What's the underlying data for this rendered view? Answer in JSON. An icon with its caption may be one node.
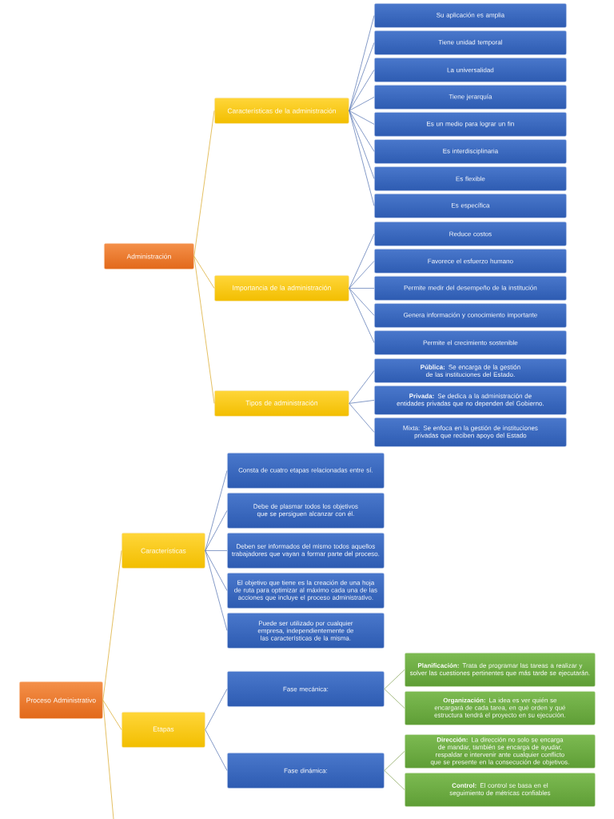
{
  "diagram": {
    "nodes": [
      {
        "text": [
          "Administración"
        ]
      },
      {
        "text": [
          "Características de la administración"
        ]
      },
      {
        "text": [
          "Su aplicación es amplia"
        ]
      },
      {
        "text": [
          "Tiene unidad temporal"
        ]
      },
      {
        "text": [
          "La universalidad"
        ]
      },
      {
        "text": [
          "Tiene jerarquía"
        ]
      },
      {
        "text": [
          "Es un medio para lograr un fin"
        ]
      },
      {
        "text": [
          "Es interdisciplinaria"
        ]
      },
      {
        "text": [
          "Es flexible"
        ]
      },
      {
        "text": [
          "Es específica"
        ]
      },
      {
        "text": [
          "Importancia de la administración"
        ]
      },
      {
        "text": [
          "Reduce costos"
        ]
      },
      {
        "text": [
          "Favorece el esfuerzo humano"
        ]
      },
      {
        "text": [
          "Permite medir del desempeño de la institución"
        ]
      },
      {
        "text": [
          "Genera información y conocimiento importante"
        ]
      },
      {
        "text": [
          "Permite el crecimiento sostenible"
        ]
      },
      {
        "text": [
          "Tipos de administración"
        ]
      },
      {
        "text": [
          "**Pública:** Se encarga de la gestión de las instituciones del Estado."
        ]
      },
      {
        "text": [
          "**Privada:** Se dedica a la administración de entidades privadas que no dependen del Gobierno."
        ]
      },
      {
        "text": [
          "Mixta: Se enfoca en la gestión de instituciones privadas que reciben apoyo del Estado"
        ]
      },
      {
        "text": [
          "Proceso Administrativo"
        ]
      },
      {
        "text": [
          "Características"
        ]
      },
      {
        "text": [
          "Consta de cuatro etapas relacionadas entre sí."
        ]
      },
      {
        "text": [
          "Debe de plasmar todos los objetivos que se persiguen alcanzar con él."
        ]
      },
      {
        "text": [
          "Deben ser informados del mismo todos aquellos trabajadores que vayan a formar parte del proceso."
        ]
      },
      {
        "text": [
          "El objetivo que tiene es la creación de una hoja de ruta para optimizar al máximo cada una de las acciones que incluye el proceso administrativo."
        ]
      },
      {
        "text": [
          "Puede ser utilizado por cualquier empresa, independientemente de las características de la misma."
        ]
      },
      {
        "text": [
          "Etapas"
        ]
      },
      {
        "text": [
          "Fase mecánica:"
        ]
      },
      {
        "text": [
          "**Planificación:** Trata de programar las tareas a realizar y solver las cuestiones pertinentes que más tarde se ejecutarán."
        ]
      },
      {
        "text": [
          "**Organización:** La idea es ver quién se encargará de cada tarea, en qué orden y qué estructura tendrá el proyecto en su ejecución."
        ]
      },
      {
        "text": [
          "Fase dinámica:"
        ]
      },
      {
        "text": [
          "**Dirección:** La dirección no solo se encarga de mandar, también se encarga de ayudar, respaldar e intervenir ante cualquier conflicto que se presente en la consecución de objetivos."
        ]
      },
      {
        "text": [
          "**Control:** El control se basa en el seguimiento de métricas confiables"
        ]
      }
    ],
    "edges": [
      {
        "from": 0,
        "to": 1,
        "arrow": "none",
        "color": "#d9a520"
      },
      {
        "from": 0,
        "to": 10,
        "arrow": "none",
        "color": "#d9a520"
      },
      {
        "from": 0,
        "to": 16,
        "arrow": "none",
        "color": "#d9a520"
      },
      {
        "from": 1,
        "to": 2,
        "arrow": "none"
      },
      {
        "from": 1,
        "to": 3,
        "arrow": "none"
      },
      {
        "from": 1,
        "to": 4,
        "arrow": "none"
      },
      {
        "from": 1,
        "to": 5,
        "arrow": "none"
      },
      {
        "from": 1,
        "to": 6,
        "arrow": "none"
      },
      {
        "from": 1,
        "to": 7,
        "arrow": "none"
      },
      {
        "from": 1,
        "to": 8,
        "arrow": "none"
      },
      {
        "from": 1,
        "to": 9,
        "arrow": "none"
      },
      {
        "from": 10,
        "to": 11,
        "arrow": "none"
      },
      {
        "from": 10,
        "to": 12,
        "arrow": "none"
      },
      {
        "from": 10,
        "to": 13,
        "arrow": "none"
      },
      {
        "from": 10,
        "to": 14,
        "arrow": "none"
      },
      {
        "from": 10,
        "to": 15,
        "arrow": "none"
      },
      {
        "from": 16,
        "to": 17,
        "arrow": "none"
      },
      {
        "from": 16,
        "to": 18,
        "arrow": "none"
      },
      {
        "from": 16,
        "to": 19,
        "arrow": "none"
      },
      {
        "from": 20,
        "to": 21,
        "arrow": "none",
        "color": "#d9a520"
      },
      {
        "from": 20,
        "to": 27,
        "arrow": "none",
        "color": "#d9a520"
      },
      {
        "from": 20,
        "to": null,
        "arrow": "none",
        "color": "#d9a520"
      },
      {
        "from": 21,
        "to": 22,
        "arrow": "none"
      },
      {
        "from": 21,
        "to": 23,
        "arrow": "none"
      },
      {
        "from": 21,
        "to": 24,
        "arrow": "none"
      },
      {
        "from": 21,
        "to": 25,
        "arrow": "none"
      },
      {
        "from": 21,
        "to": 26,
        "arrow": "none"
      },
      {
        "from": 27,
        "to": 28,
        "arrow": "none"
      },
      {
        "from": 27,
        "to": 31,
        "arrow": "none"
      },
      {
        "from": 28,
        "to": 29,
        "arrow": "none",
        "color": "#7f9f4f"
      },
      {
        "from": 28,
        "to": 30,
        "arrow": "none",
        "color": "#7f9f4f"
      },
      {
        "from": 31,
        "to": 32,
        "arrow": "none",
        "color": "#7f9f4f"
      },
      {
        "from": 31,
        "to": 33,
        "arrow": "none",
        "color": "#7f9f4f"
      }
    ]
  }
}
